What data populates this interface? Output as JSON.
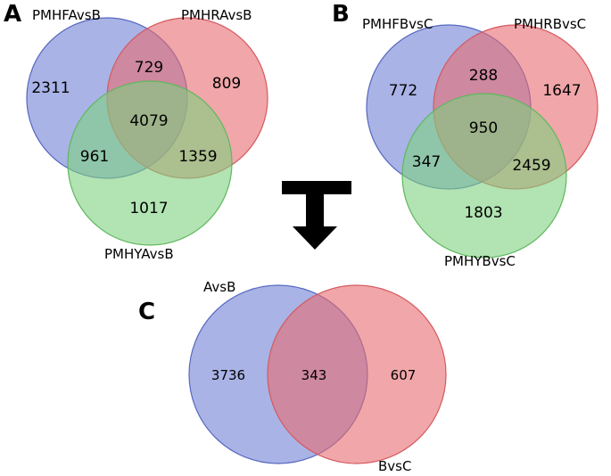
{
  "colors": {
    "blue": "#6f80d6",
    "red": "#e86b6f",
    "green": "#7fd07f",
    "blue_stroke": "#5668c0",
    "red_stroke": "#d45a60",
    "green_stroke": "#5fb85f"
  },
  "panels": {
    "a": {
      "letter": "A",
      "sets": [
        "PMHFAvsB",
        "PMHRAvsB",
        "PMHYAvsB"
      ],
      "counts": {
        "only_1": "2311",
        "only_2": "809",
        "only_3": "1017",
        "ab": "729",
        "ac": "961",
        "bc": "1359",
        "abc": "4079"
      }
    },
    "b": {
      "letter": "B",
      "sets": [
        "PMHFBvsC",
        "PMHRBvsC",
        "PMHYBvsC"
      ],
      "counts": {
        "only_1": "772",
        "only_2": "1647",
        "only_3": "1803",
        "ab": "288",
        "ac": "347",
        "bc": "2459",
        "abc": "950"
      }
    },
    "c": {
      "letter": "C",
      "sets": [
        "AvsB",
        "BvsC"
      ],
      "counts": {
        "only_1": "3736",
        "both": "343",
        "only_2": "607"
      }
    }
  },
  "arrow_icon": "tee-down-arrow-icon"
}
